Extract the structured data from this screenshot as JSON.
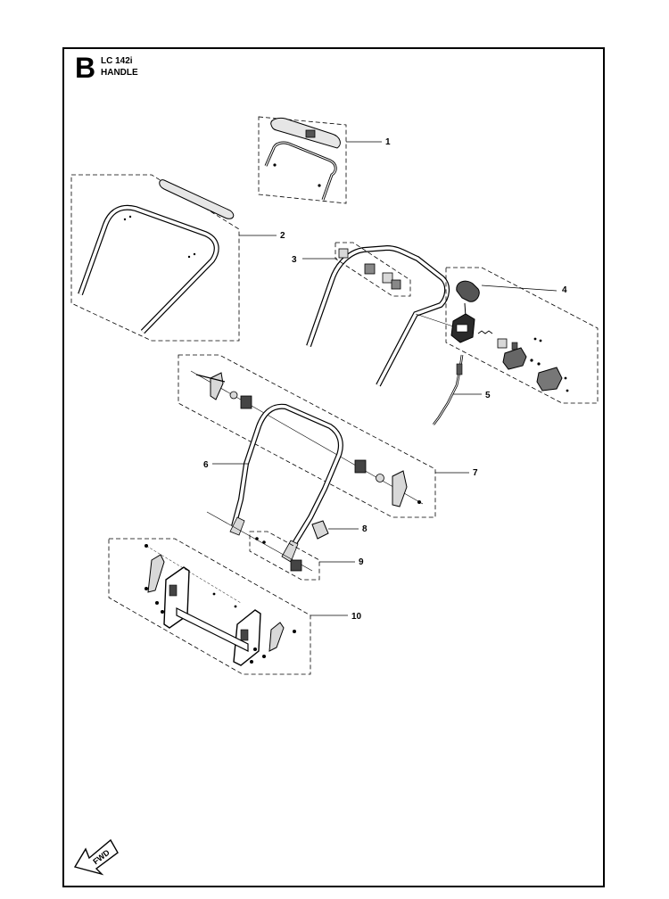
{
  "header": {
    "section_letter": "B",
    "model": "LC 142i",
    "section_title": "HANDLE"
  },
  "callouts": [
    "1",
    "2",
    "3",
    "4",
    "5",
    "6",
    "7",
    "8",
    "9",
    "10"
  ],
  "fwd_label": "FWD",
  "colors": {
    "line": "#000000",
    "part_fill": "#d8d8d8",
    "dark_fill": "#2a2a2a",
    "background": "#ffffff"
  }
}
